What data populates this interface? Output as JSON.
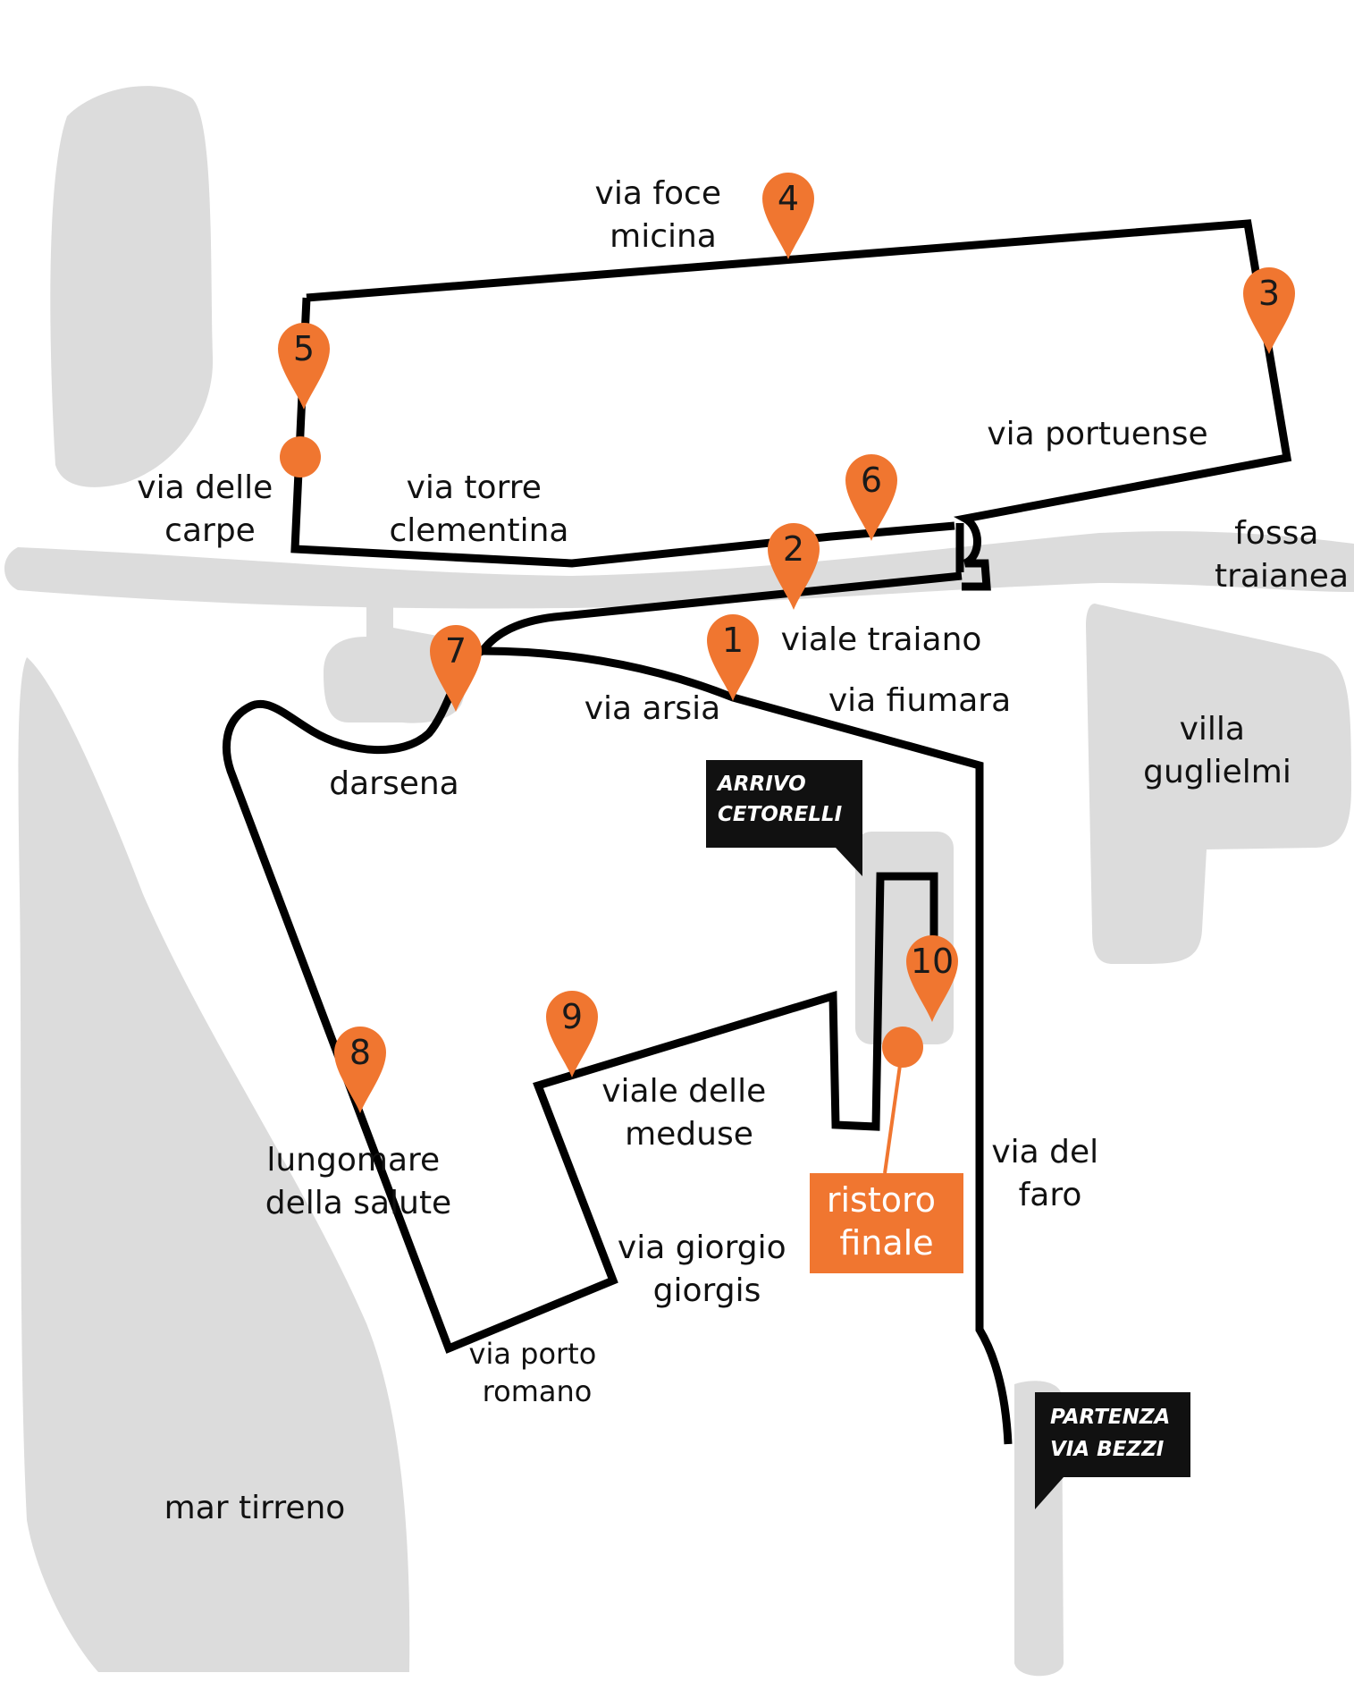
{
  "colors": {
    "land": "#dcdcdc",
    "route": "#000000",
    "marker": "#f07630",
    "callout": "#111111",
    "background": "#ffffff"
  },
  "markers": [
    "1",
    "2",
    "3",
    "4",
    "5",
    "6",
    "7",
    "8",
    "9",
    "10"
  ],
  "labels": {
    "via_foce_micina": [
      "via foce",
      "micina"
    ],
    "via_portuense": "via portuense",
    "via_delle_carpe": [
      "via delle",
      "carpe"
    ],
    "via_torre_clementina": [
      "via torre",
      "clementina"
    ],
    "fossa_traianea": [
      "fossa",
      "traianea"
    ],
    "viale_traiano": "viale traiano",
    "via_arsia": "via arsia",
    "via_fiumara": "via fiumara",
    "villa_guglielmi": [
      "villa",
      "guglielmi"
    ],
    "darsena": "darsena",
    "viale_delle_meduse": [
      "viale delle",
      "meduse"
    ],
    "lungomare_della_salute": [
      "lungomare",
      "della salute"
    ],
    "via_del_faro": [
      "via del",
      "faro"
    ],
    "via_giorgio_giorgis": [
      "via giorgio",
      "giorgis"
    ],
    "via_porto_romano": [
      "via porto",
      "romano"
    ],
    "mar_tirreno": "mar tirreno"
  },
  "callouts": {
    "arrivo": [
      "ARRIVO",
      "CETORELLI"
    ],
    "partenza": [
      "PARTENZA",
      "VIA BEZZI"
    ]
  },
  "ristoro": [
    "ristoro",
    "finale"
  ]
}
